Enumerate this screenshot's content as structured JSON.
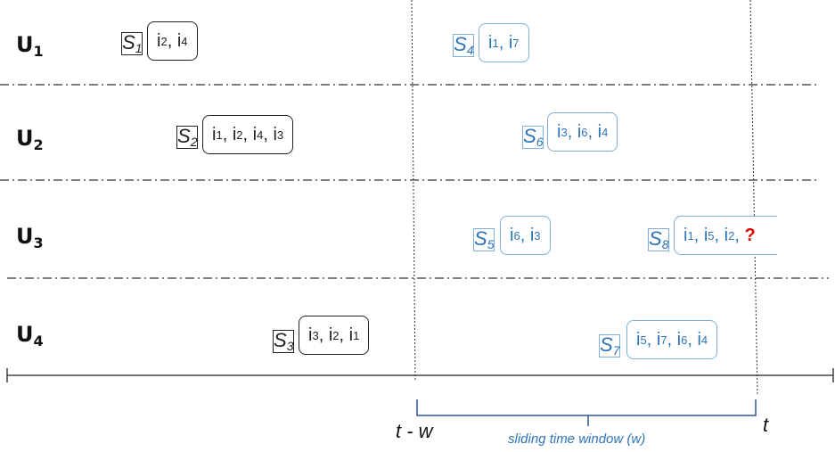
{
  "users": [
    {
      "base": "U",
      "sub": "1"
    },
    {
      "base": "U",
      "sub": "2"
    },
    {
      "base": "U",
      "sub": "3"
    },
    {
      "base": "U",
      "sub": "4"
    }
  ],
  "sessions": [
    {
      "base": "S",
      "sub": "1",
      "user": "U1",
      "in_window": false,
      "items": [
        "2",
        "4"
      ],
      "unknown": false
    },
    {
      "base": "S",
      "sub": "2",
      "user": "U2",
      "in_window": false,
      "items": [
        "1",
        "2",
        "4",
        "3"
      ],
      "unknown": false
    },
    {
      "base": "S",
      "sub": "3",
      "user": "U4",
      "in_window": false,
      "items": [
        "3",
        "2",
        "1"
      ],
      "unknown": false
    },
    {
      "base": "S",
      "sub": "4",
      "user": "U1",
      "in_window": true,
      "items": [
        "1",
        "7"
      ],
      "unknown": false
    },
    {
      "base": "S",
      "sub": "5",
      "user": "U3",
      "in_window": true,
      "items": [
        "6",
        "3"
      ],
      "unknown": false
    },
    {
      "base": "S",
      "sub": "6",
      "user": "U2",
      "in_window": true,
      "items": [
        "3",
        "6",
        "4"
      ],
      "unknown": false
    },
    {
      "base": "S",
      "sub": "7",
      "user": "U4",
      "in_window": true,
      "items": [
        "5",
        "7",
        "6",
        "4"
      ],
      "unknown": false
    },
    {
      "base": "S",
      "sub": "8",
      "user": "U3",
      "in_window": true,
      "items": [
        "1",
        "5",
        "2"
      ],
      "unknown": true
    }
  ],
  "item_prefix": "i",
  "unknown_marker": "?",
  "axis": {
    "window_start_label": "t - w",
    "window_end_label": "t",
    "window_caption": "sliding time window (w)"
  },
  "colors": {
    "past_session": "#222222",
    "window_session": "#2e75b6",
    "window_border": "#7fb0dd",
    "unknown_marker": "#e00000",
    "brace": "#2f5597"
  }
}
